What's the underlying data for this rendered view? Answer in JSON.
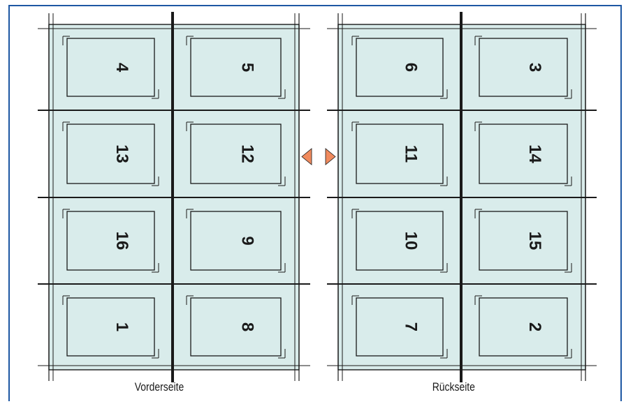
{
  "sheets": [
    {
      "caption": "Vorderseite",
      "pages": [
        [
          "4",
          "5"
        ],
        [
          "13",
          "12"
        ],
        [
          "16",
          "9"
        ],
        [
          "1",
          "8"
        ]
      ]
    },
    {
      "caption": "Rückseite",
      "pages": [
        [
          "6",
          "3"
        ],
        [
          "11",
          "14"
        ],
        [
          "10",
          "15"
        ],
        [
          "7",
          "2"
        ]
      ]
    }
  ],
  "colors": {
    "frame_border": "#1d57a3",
    "page_fill": "#d9eceb",
    "line": "#1a1a1a",
    "marker_fill": "#f08a5d"
  }
}
